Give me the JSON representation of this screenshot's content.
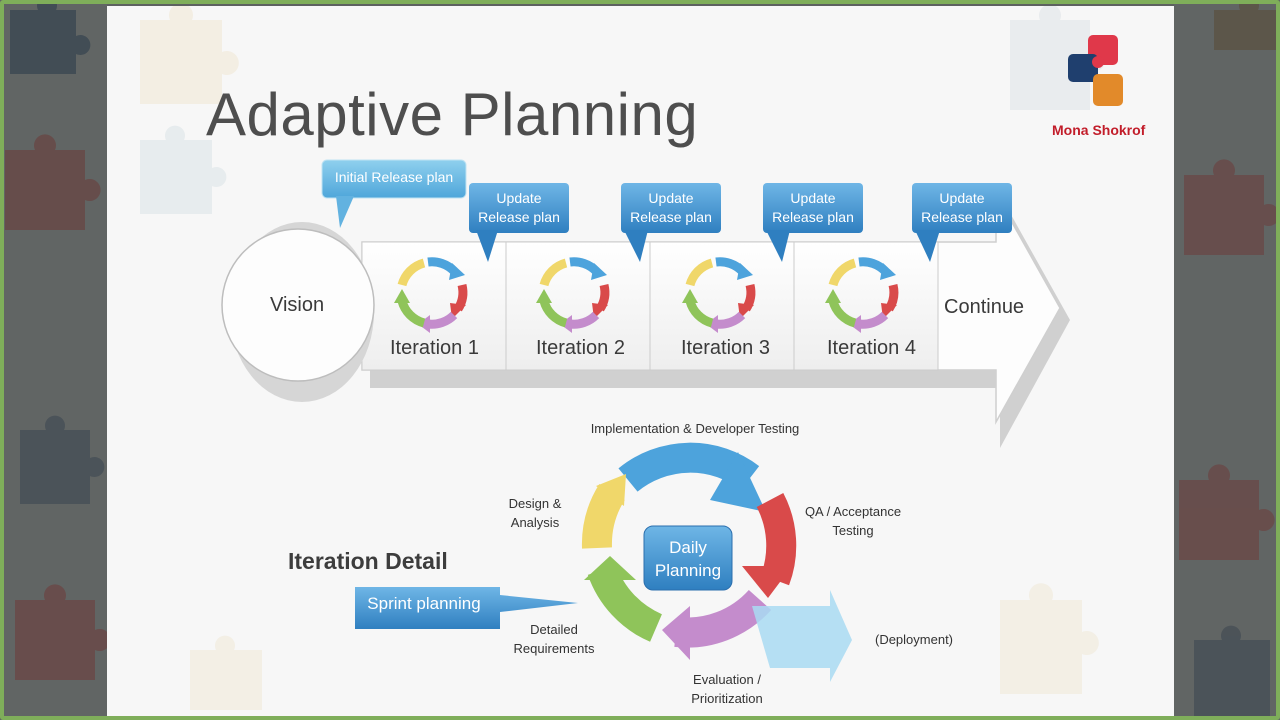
{
  "slide": {
    "title": "Adaptive Planning",
    "brand": "Mona Shokrof"
  },
  "roadmap": {
    "start": "Vision",
    "initial_callout": "Initial Release plan",
    "update_callout": "Update Release plan",
    "iterations": [
      "Iteration 1",
      "Iteration 2",
      "Iteration 3",
      "Iteration 4"
    ],
    "end": "Continue"
  },
  "detail": {
    "heading": "Iteration Detail",
    "sprint_callout": "Sprint planning",
    "center": "Daily Planning",
    "stages": {
      "implementation": "Implementation & Developer Testing",
      "qa": "QA / Acceptance Testing",
      "evaluation": "Evaluation / Prioritization",
      "requirements": "Detailed Requirements",
      "design": "Design & Analysis",
      "deployment": "(Deployment)"
    }
  },
  "colors": {
    "accent_blue": "#3f8fcc",
    "cycle_blue": "#4da3dc",
    "cycle_red": "#d94a4a",
    "cycle_purple": "#c48ccc",
    "cycle_green": "#8fc45a",
    "cycle_yellow": "#f0d76a",
    "brand_red": "#c21d2a"
  }
}
